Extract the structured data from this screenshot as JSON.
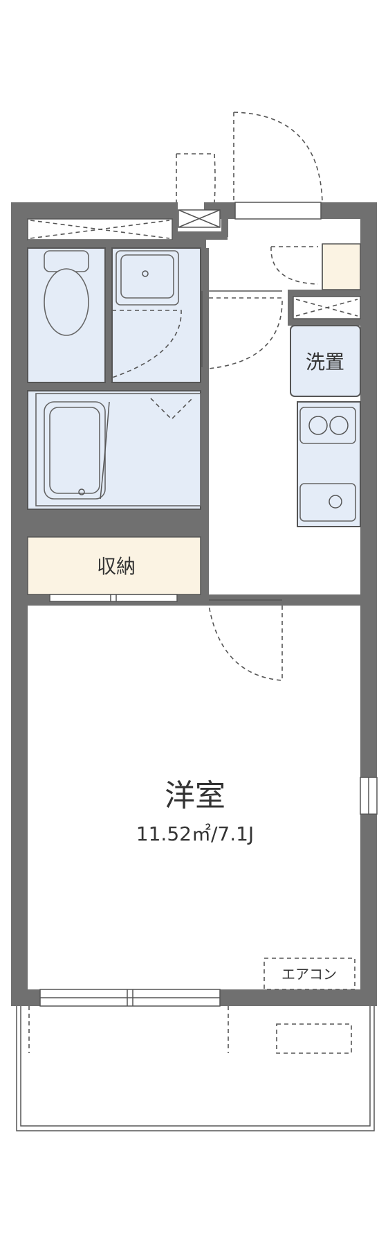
{
  "rooms": {
    "western": {
      "name": "洋室",
      "area": "11.52㎡/7.1J"
    },
    "storage": {
      "name": "収納"
    },
    "washer": {
      "name": "洗置"
    },
    "aircon": {
      "name": "エアコン"
    }
  }
}
